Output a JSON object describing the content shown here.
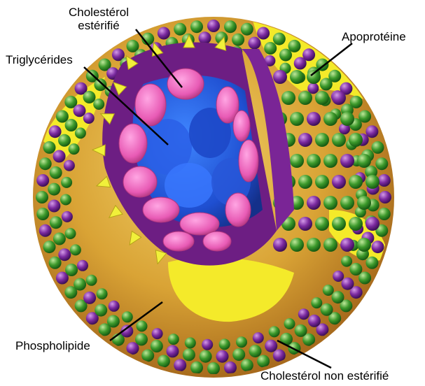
{
  "labels": {
    "cholesterol_esterifie_line1": "Cholestérol",
    "cholesterol_esterifie_line2": "estérifié",
    "triglycerides": "Triglycérides",
    "apoproteine": "Apoprotéine",
    "phospholipide": "Phospholipide",
    "cholesterol_non_esterifie": "Cholestérol non estérifié"
  },
  "colors": {
    "background": "#ffffff",
    "outer_shell": "#d9a335",
    "phospholipid_heads": "#3d9a2c",
    "cholesterol_free": "#7b2aa0",
    "apoprotein": "#f4ea2a",
    "triglyceride_core": "#1f4fd1",
    "esterified_cholesterol": "#e85bb5",
    "leader_lines": "#000000"
  }
}
